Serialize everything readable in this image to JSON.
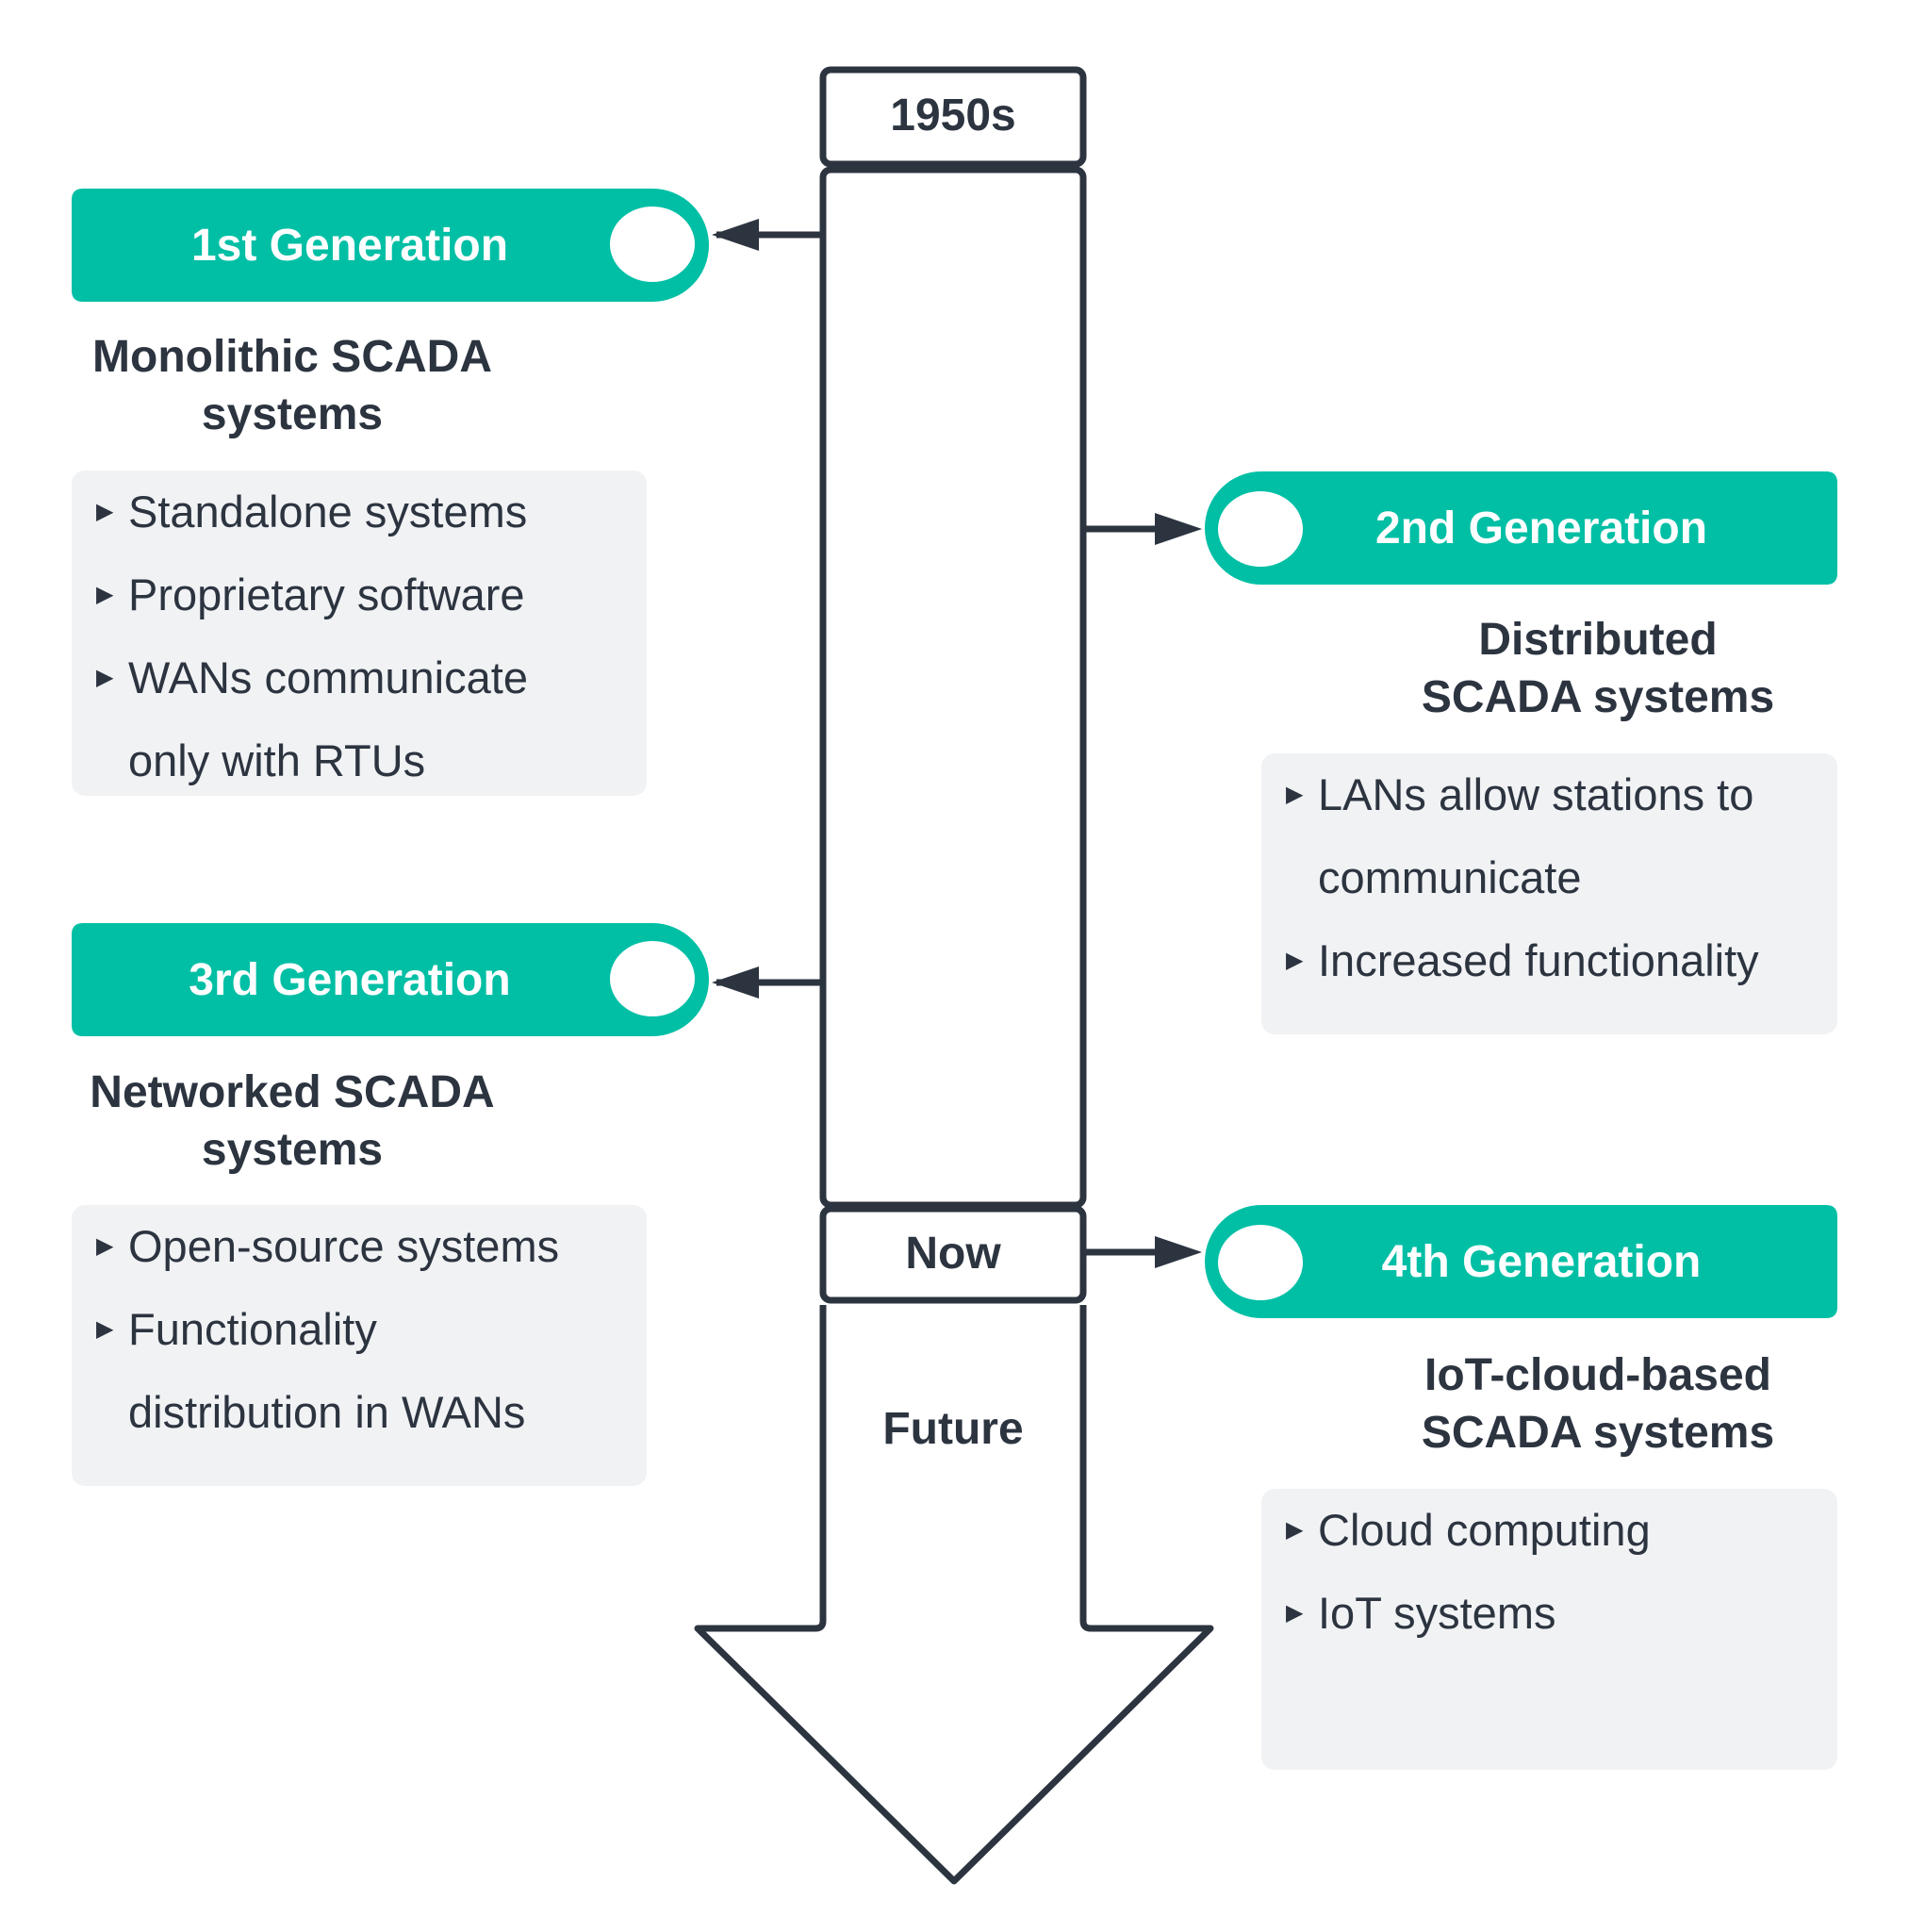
{
  "timeline": {
    "start_label": "1950s",
    "now_label": "Now",
    "future_label": "Future"
  },
  "colors": {
    "accent": "#00bfa5",
    "outline": "#2c3440",
    "card_bg": "#f1f2f4"
  },
  "generations": [
    {
      "label": "1st Generation",
      "title_line1": "Monolithic SCADA",
      "title_line2": "systems",
      "bullets": [
        "Standalone systems",
        "Proprietary software",
        "WANs communicate",
        "only with RTUs"
      ]
    },
    {
      "label": "2nd Generation",
      "title_line1": "Distributed",
      "title_line2": "SCADA systems",
      "bullets": [
        "LANs allow stations to",
        "communicate",
        "Increased functionality"
      ]
    },
    {
      "label": "3rd Generation",
      "title_line1": "Networked SCADA",
      "title_line2": "systems",
      "bullets": [
        "Open-source systems",
        "Functionality",
        "distribution in WANs"
      ]
    },
    {
      "label": "4th Generation",
      "title_line1": "IoT-cloud-based",
      "title_line2": "SCADA systems",
      "bullets": [
        "Cloud computing",
        "IoT systems"
      ]
    }
  ]
}
